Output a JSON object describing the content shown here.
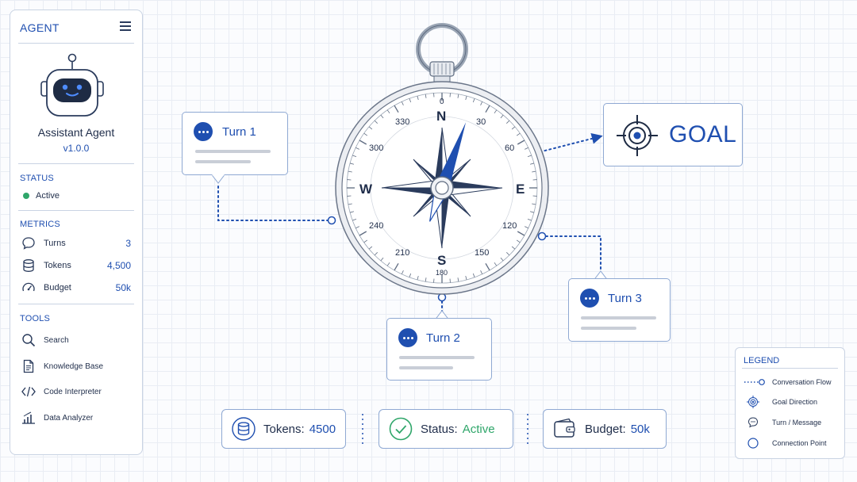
{
  "sidebar": {
    "title": "AGENT",
    "agent_name": "Assistant Agent",
    "version": "v1.0.0",
    "status_heading": "STATUS",
    "status_value": "Active",
    "metrics_heading": "METRICS",
    "metrics": [
      {
        "label": "Turns",
        "value": "3",
        "icon": "chat-bubble-icon"
      },
      {
        "label": "Tokens",
        "value": "4,500",
        "icon": "database-icon"
      },
      {
        "label": "Budget",
        "value": "50k",
        "icon": "gauge-icon"
      }
    ],
    "tools_heading": "TOOLS",
    "tools": [
      {
        "label": "Search",
        "icon": "search-icon"
      },
      {
        "label": "Knowledge Base",
        "icon": "document-icon"
      },
      {
        "label": "Code Interpreter",
        "icon": "code-icon"
      },
      {
        "label": "Data Analyzer",
        "icon": "bar-chart-icon"
      }
    ]
  },
  "compass": {
    "cardinals": {
      "n": "N",
      "e": "E",
      "s": "S",
      "w": "W"
    },
    "degrees": [
      "0",
      "30",
      "60",
      "120",
      "150",
      "180",
      "210",
      "240",
      "300",
      "330"
    ]
  },
  "turns": [
    {
      "title": "Turn 1"
    },
    {
      "title": "Turn 2"
    },
    {
      "title": "Turn 3"
    }
  ],
  "goal": {
    "label": "GOAL"
  },
  "stats": {
    "tokens_label": "Tokens:",
    "tokens_value": "4500",
    "status_label": "Status:",
    "status_value": "Active",
    "budget_label": "Budget:",
    "budget_value": "50k"
  },
  "legend": {
    "title": "LEGEND",
    "items": [
      "Conversation Flow",
      "Goal Direction",
      "Turn / Message",
      "Connection Point"
    ]
  },
  "colors": {
    "accent": "#1f4fb0",
    "active": "#2fa66a",
    "border": "#8fa9d3"
  }
}
